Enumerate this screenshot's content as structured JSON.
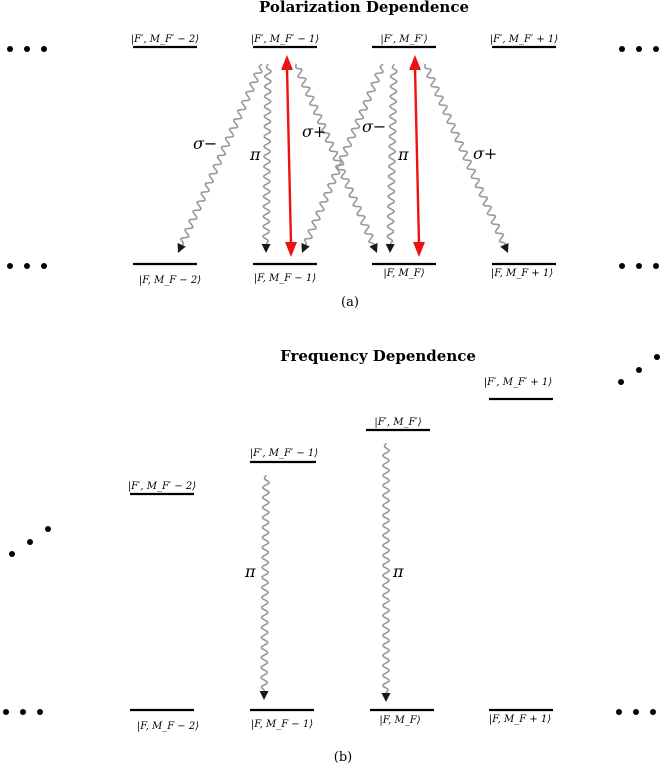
{
  "panel_a": {
    "title": "Polarization Dependence",
    "caption": "(a)",
    "upper_labels": [
      "|F′, M_F′ − 2⟩",
      "|F′, M_F′ − 1⟩",
      "|F′, M_F′⟩",
      "|F′, M_F′ + 1⟩"
    ],
    "lower_labels": [
      "|F, M_F − 2⟩",
      "|F, M_F − 1⟩",
      "|F, M_F⟩",
      "|F, M_F + 1⟩"
    ],
    "transition_labels": {
      "sigma_minus_1": "σ−",
      "pi_1": "π",
      "sigma_plus_1": "σ+",
      "sigma_minus_2": "σ−",
      "pi_2": "π",
      "sigma_plus_2": "σ+"
    },
    "colors": {
      "drive": "#ee1111",
      "decay": "#999999"
    }
  },
  "panel_b": {
    "title": "Frequency Dependence",
    "caption": "(b)",
    "upper_labels": [
      "|F′, M_F′ − 2⟩",
      "|F′, M_F′ − 1⟩",
      "|F′, M_F′⟩",
      "|F′, M_F′ + 1⟩"
    ],
    "lower_labels": [
      "|F, M_F − 2⟩",
      "|F, M_F − 1⟩",
      "|F, M_F⟩",
      "|F, M_F + 1⟩"
    ],
    "transition_labels": {
      "pi_1": "π",
      "pi_2": "π"
    },
    "colors": {
      "decay": "#999999"
    }
  }
}
